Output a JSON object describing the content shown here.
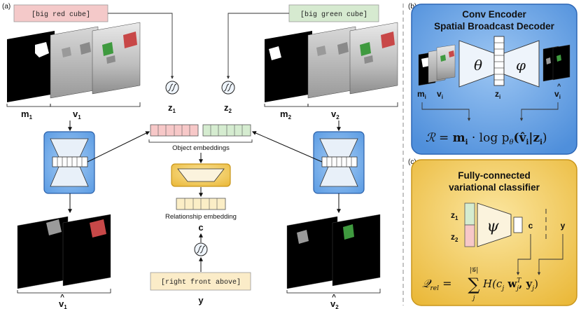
{
  "panel_labels": {
    "a": "(a)",
    "b": "(b)",
    "c": "(c)"
  },
  "prompts": {
    "left": "[big red cube]",
    "right": "[big green cube]",
    "relation": "[right front above]"
  },
  "labels": {
    "m1": "m",
    "m1_sub": "1",
    "v1": "v",
    "v1_sub": "1",
    "m2": "m",
    "m2_sub": "2",
    "v2": "v",
    "v2_sub": "2",
    "z1": "z",
    "z1_sub": "1",
    "z2": "z",
    "z2_sub": "2",
    "v1_hat": "v",
    "v1_hat_sub": "1",
    "hat": "^",
    "v2_hat": "v",
    "v2_hat_sub": "2",
    "c": "c",
    "y": "y",
    "object_embeddings": "Object embeddings",
    "relationship_embedding": "Relationship embedding"
  },
  "panel_b": {
    "title1": "Conv Encoder",
    "title2": "Spatial Broadcast Decoder",
    "theta": "θ",
    "phi": "φ",
    "m_label": "m",
    "m_sub": "i",
    "v_label": "v",
    "v_sub": "i",
    "z_label": "z",
    "z_sub": "i",
    "vhat_label": "v",
    "vhat_sub": "i",
    "formula_lhs": "ℛ = ",
    "formula_m": "m",
    "formula_m_sub": "i",
    "formula_mid": " · log p",
    "formula_theta": "θ",
    "formula_rest": "(v̂",
    "formula_rest_sub": "i",
    "formula_bar": "|z",
    "formula_bar_sub": "i",
    "formula_end": ")"
  },
  "panel_c": {
    "title1": "Fully-connected",
    "title2": "variational classifier",
    "psi": "ψ",
    "z1": "z",
    "z1_sub": "1",
    "z2": "z",
    "z2_sub": "2",
    "c": "c",
    "y": "y",
    "formula_lhs": "𝒬",
    "formula_lhs_sub": "rel",
    "formula_eq": " = ",
    "sum": "∑",
    "sum_top": "|𝒢|",
    "sum_bottom": "j",
    "formula_body": "H(c",
    "formula_cj_sub": "j",
    "formula_w": " w",
    "formula_w_sup": "T",
    "formula_w_sub": "j",
    "formula_comma": ", y",
    "formula_y_sub": "j",
    "formula_close": ")"
  },
  "colors": {
    "prompt_red": "#f4c9c9",
    "prompt_green": "#d6ead0",
    "prompt_relation": "#fbecc8",
    "embed_red": "#f7c8c8",
    "embed_green": "#d5ecd0",
    "embed_yellow": "#fbeec6",
    "blue_box": "#6ea7e6",
    "panel_b_bg": "#5b9de8",
    "panel_c_bg": "#f2cc55",
    "red_cube": "#c84848",
    "green_cube": "#3f9a3f"
  }
}
